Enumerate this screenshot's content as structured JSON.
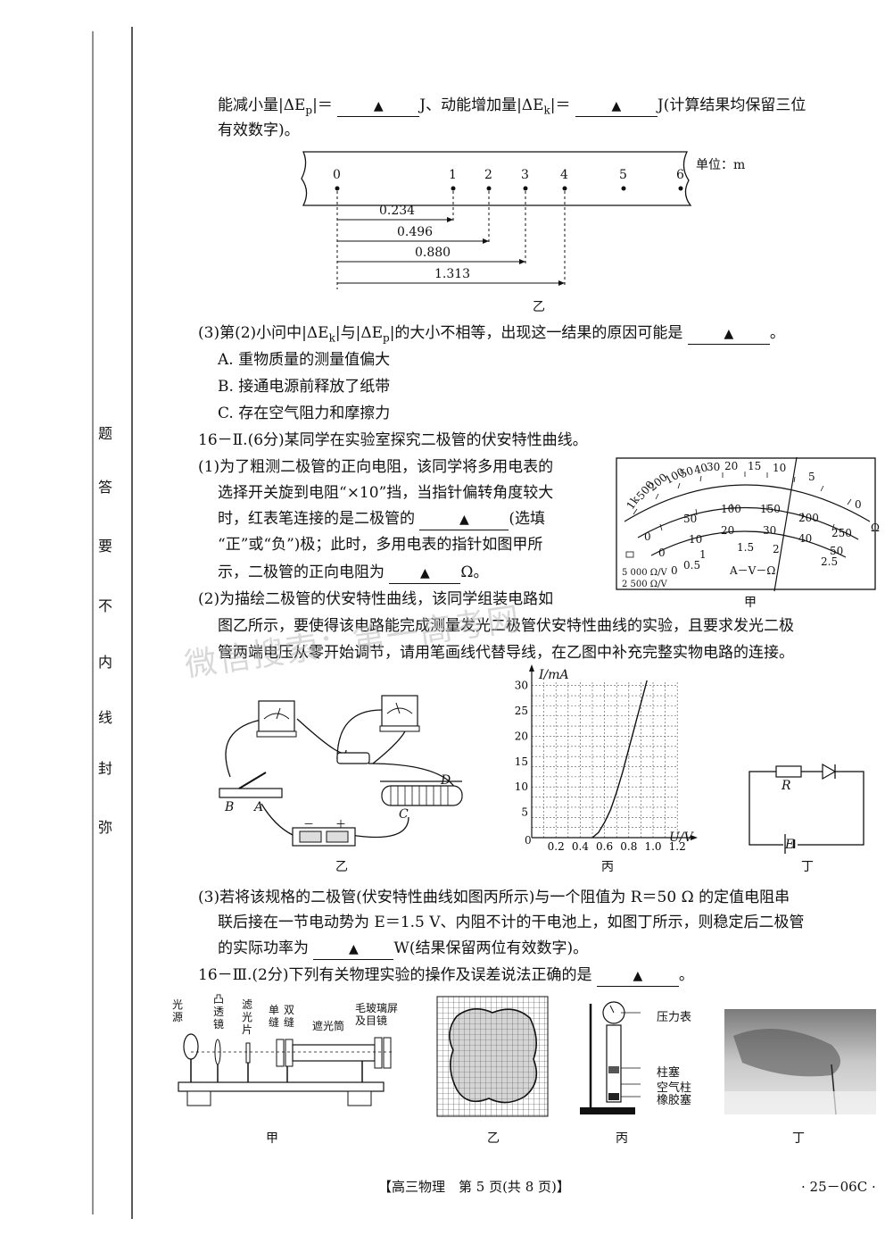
{
  "sidebar": {
    "chars": [
      "题",
      "答",
      "要",
      "不",
      "内",
      "线",
      "封",
      "弥"
    ]
  },
  "q2_cont": {
    "line1_a": "能减小量|ΔE",
    "line1_sub_p": "p",
    "line1_b": "|＝",
    "line1_c": "J、动能增加量|ΔE",
    "line1_sub_k": "k",
    "line1_d": "|＝",
    "line1_e": "J(计算结果均保留三位",
    "line2": "有效数字)。",
    "blank_mark": "▲"
  },
  "tape": {
    "unit": "单位：m",
    "points": [
      "0",
      "1",
      "2",
      "3",
      "4",
      "5",
      "6"
    ],
    "dims": [
      "0.234",
      "0.496",
      "0.880",
      "1.313"
    ],
    "caption": "乙"
  },
  "q3": {
    "stem_a": "(3)第(2)小问中|ΔE",
    "stem_k": "k",
    "stem_b": "|与|ΔE",
    "stem_p": "p",
    "stem_c": "|的大小不相等，出现这一结果的原因可能是",
    "stem_end": "。",
    "options": [
      "A. 重物质量的测量值偏大",
      "B. 接通电源前释放了纸带",
      "C. 存在空气阻力和摩擦力"
    ]
  },
  "q16_2": {
    "header": "16－Ⅱ.(6分)某同学在实验室探究二极管的伏安特性曲线。",
    "p1_l1": "(1)为了粗测二极管的正向电阻，该同学将多用电表的",
    "p1_l2": "选择开关旋到电阻“×10”挡，当指针偏转角度较大",
    "p1_l3a": "时，红表笔连接的是二极管的",
    "p1_l3b": "(选填",
    "p1_l4": "“正”或“负”)极；此时，多用电表的指针如图甲所",
    "p1_l5a": "示，二极管的正向电阻为",
    "p1_l5b": "Ω。",
    "p2_l1": "(2)为描绘二极管的伏安特性曲线，该同学组装电路如",
    "p2_l2": "图乙所示，要使得该电路能完成测量发光二极管伏安特性曲线的实验，且要求发光二极",
    "p2_l3": "管两端电压从零开始调节，请用笔画线代替导线，在乙图中补充完整实物电路的连接。",
    "p3_l1": "(3)若将该规格的二极管(伏安特性曲线如图丙所示)与一个阻值为 R＝50 Ω 的定值电阻串",
    "p3_l2": "联后接在一节电动势为 E＝1.5 V、内阻不计的干电池上，如图丁所示，则稳定后二极管",
    "p3_l3a": "的实际功率为",
    "p3_l3b": "W(结果保留两位有效数字)。"
  },
  "meter": {
    "ohm_labels": [
      "1k",
      "500",
      "200",
      "100",
      "50",
      "40",
      "30",
      "20",
      "15",
      "10",
      "5",
      "0"
    ],
    "dc_labels": [
      "0",
      "50",
      "100",
      "150",
      "200",
      "250"
    ],
    "dc2_labels": [
      "0",
      "10",
      "20",
      "30",
      "40",
      "50"
    ],
    "ac_labels": [
      "0",
      "0.5",
      "1",
      "1.5",
      "2",
      "2.5"
    ],
    "mid_text": "A－V－Ω",
    "spec1": "5 000 Ω/V",
    "spec2": "2 500 Ω/V",
    "omega": "Ω",
    "caption": "甲"
  },
  "circuit_b": {
    "labels": [
      "B",
      "A",
      "C",
      "D",
      "－",
      "＋"
    ],
    "caption": "乙"
  },
  "graph": {
    "ylabel": "I/mA",
    "xlabel": "U/V",
    "origin": "0",
    "caption": "丙"
  },
  "circuit_d": {
    "R": "R",
    "E": "E",
    "caption": "丁"
  },
  "chart_data": {
    "type": "line",
    "title": "",
    "xlabel": "U/V",
    "ylabel": "I/mA",
    "xticks": [
      "0",
      "0.2",
      "0.4",
      "0.6",
      "0.8",
      "1.0",
      "1.2"
    ],
    "yticks": [
      "5",
      "10",
      "15",
      "20",
      "25",
      "30"
    ],
    "xlim": [
      0,
      1.3
    ],
    "ylim": [
      0,
      32
    ],
    "series": [
      {
        "x": [
          0.5,
          0.55,
          0.6,
          0.65,
          0.7,
          0.75,
          0.8,
          0.85,
          0.9,
          0.95
        ],
        "y": [
          0,
          1,
          3,
          5.5,
          9,
          13,
          17.5,
          22,
          26.5,
          31
        ]
      }
    ]
  },
  "q16_3": {
    "text_a": "16－Ⅲ.(2分)下列有关物理实验的操作及误差说法正确的是",
    "text_b": "。"
  },
  "fig_a": {
    "labels": [
      "光源",
      "凸透镜",
      "滤光片",
      "单缝",
      "双缝",
      "遮光筒",
      "毛玻璃屏",
      "及目镜"
    ],
    "caption": "甲"
  },
  "fig_b": {
    "caption": "乙"
  },
  "fig_c": {
    "labels": [
      "压力表",
      "柱塞",
      "空气柱",
      "橡胶塞"
    ],
    "caption": "丙"
  },
  "fig_d": {
    "caption": "丁"
  },
  "footer": {
    "center": "【高三物理　第 5 页(共 8 页)】",
    "right": "· 25－06C ·"
  },
  "watermark": "微信搜索：第一高考网"
}
